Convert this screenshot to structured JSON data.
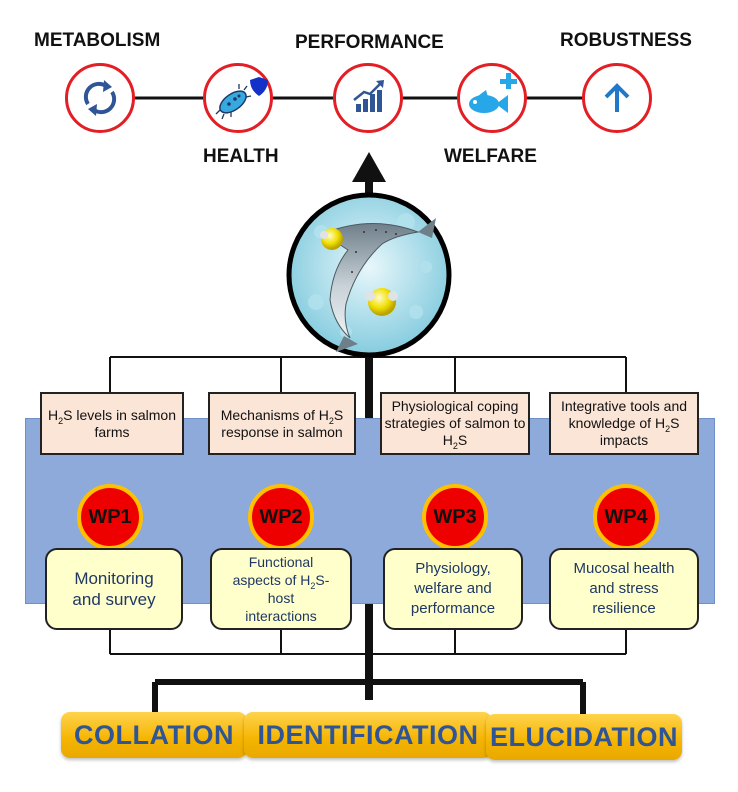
{
  "outcomes": [
    {
      "label": "METABOLISM",
      "icon": "cycle-icon"
    },
    {
      "label": "HEALTH",
      "icon": "bacteria-shield-icon"
    },
    {
      "label": "PERFORMANCE",
      "icon": "growth-chart-icon"
    },
    {
      "label": "WELFARE",
      "icon": "fish-plus-icon"
    },
    {
      "label": "ROBUSTNESS",
      "icon": "up-arrow-icon"
    }
  ],
  "work_packages": [
    {
      "objective": {
        "pre": "H",
        "sub": "2",
        "post": "S levels in salmon farms"
      },
      "label": "WP1",
      "topic": {
        "pre": "Monitoring and survey",
        "sub": "",
        "post": ""
      }
    },
    {
      "objective": {
        "pre": "Mechanisms of H",
        "sub": "2",
        "post": "S response in salmon"
      },
      "label": "WP2",
      "topic": {
        "pre": "Functional aspects of H",
        "sub": "2",
        "post": "S-host interactions"
      }
    },
    {
      "objective": {
        "pre": "Physiological coping strategies of salmon to H",
        "sub": "2",
        "post": "S"
      },
      "label": "WP3",
      "topic": {
        "pre": "Physiology, welfare and performance",
        "sub": "",
        "post": ""
      }
    },
    {
      "objective": {
        "pre": "Integrative tools and knowledge of H",
        "sub": "2",
        "post": "S impacts"
      },
      "label": "WP4",
      "topic": {
        "pre": "Mucosal health and stress resilience",
        "sub": "",
        "post": ""
      }
    }
  ],
  "stages": [
    "COLLATION",
    "IDENTIFICATION",
    "ELUCIDATION"
  ],
  "colors": {
    "ring": "#e31e24",
    "wp_fill": "#ee0000",
    "wp_border": "#ffc000",
    "panel": "#8eaadb",
    "stage_text": "#2f5597",
    "topic_text": "#1f3864"
  }
}
